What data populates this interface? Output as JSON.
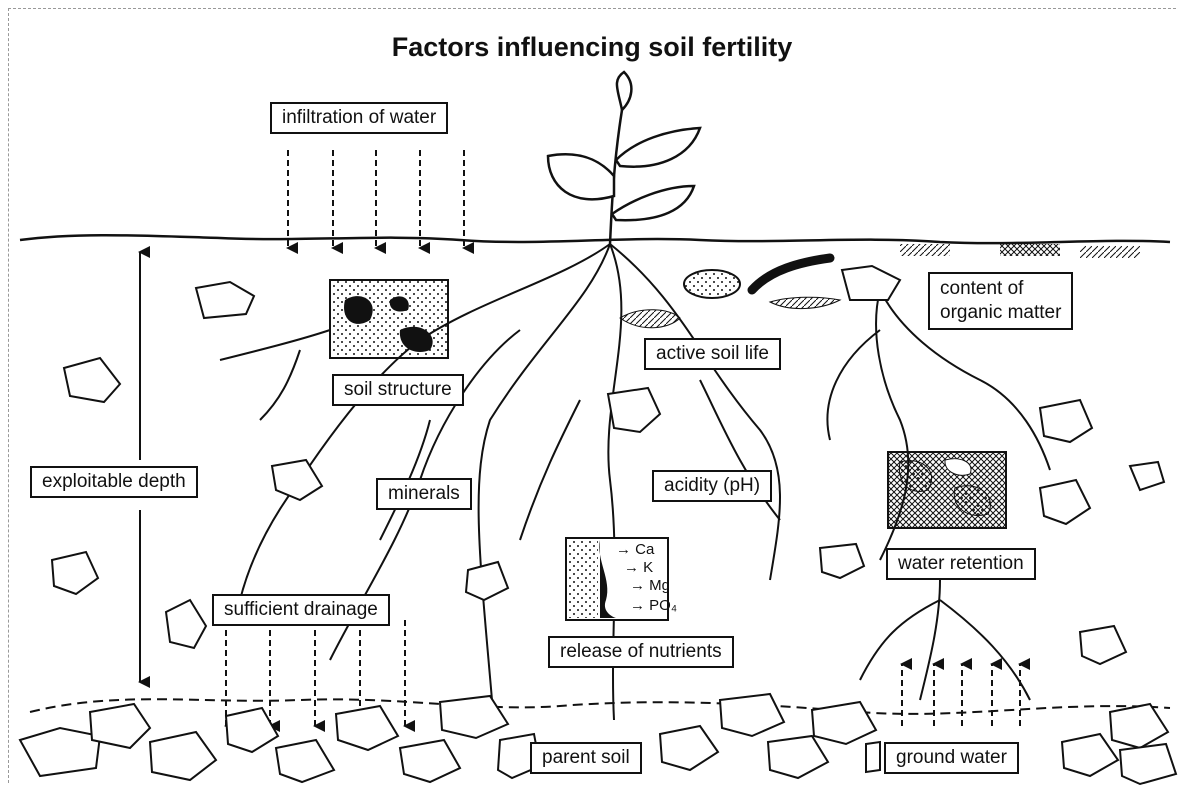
{
  "title": "Factors influencing soil fertility",
  "labels": {
    "infiltration": "infiltration of water",
    "soil_structure": "soil structure",
    "active_soil_life": "active soil life",
    "organic_line1": "content of",
    "organic_line2": "organic matter",
    "exploitable_depth": "exploitable depth",
    "minerals": "minerals",
    "acidity": "acidity (pH)",
    "water_retention": "water retention",
    "sufficient_drainage": "sufficient drainage",
    "release_of_nutrients": "release of nutrients",
    "parent_soil": "parent soil",
    "ground_water": "ground water"
  },
  "nutrients": [
    "→ Ca",
    "→ K",
    "→ Mg",
    "→ PO₄"
  ],
  "colors": {
    "ink": "#111111",
    "paper": "#ffffff"
  }
}
